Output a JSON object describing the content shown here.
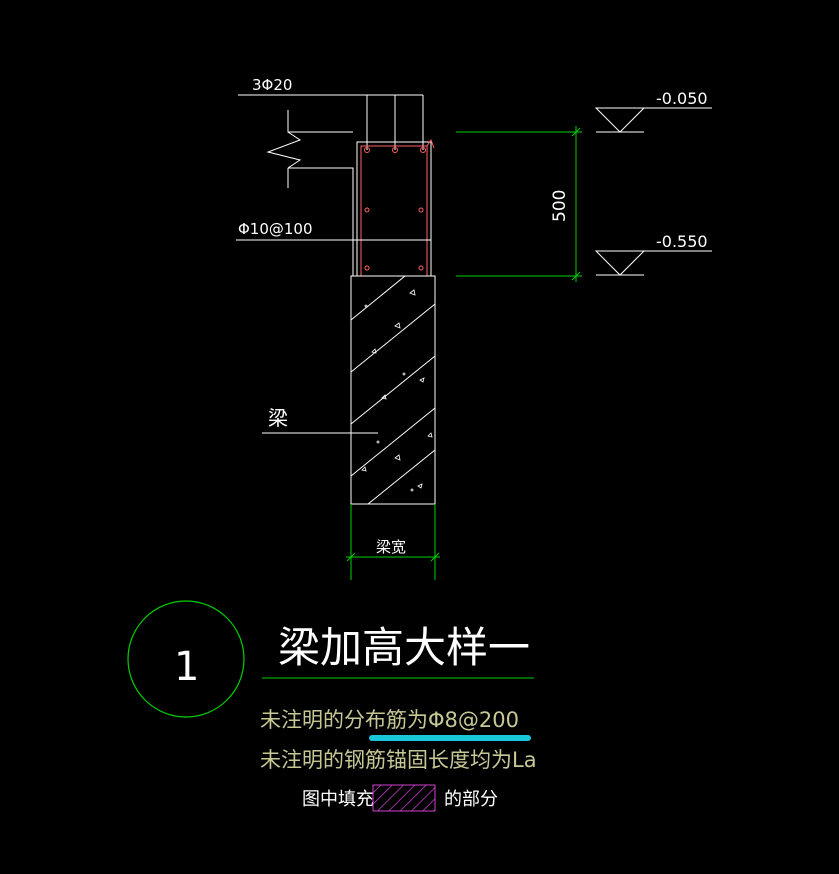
{
  "labels": {
    "top_bars": "3Φ20",
    "stirrup": "Φ10@100",
    "beam": "梁",
    "beam_width": "梁宽",
    "dimension": "500",
    "elev_top": "-0.050",
    "elev_bottom": "-0.550",
    "detail_number": "1",
    "title": "梁加高大样一",
    "note1": "未注明的分布筋为Φ8@200",
    "note2": "未注明的钢筋锚固长度均为La",
    "legend_prefix": "图中填充",
    "legend_suffix": "的部分"
  },
  "colors": {
    "background": "#000000",
    "line_white": "#ffffff",
    "dimension_green": "#00d000",
    "rebar_red": "#ff6060",
    "note_text": "#c8c896",
    "highlight": "#18c8d8",
    "hatch": "#d040d0"
  }
}
